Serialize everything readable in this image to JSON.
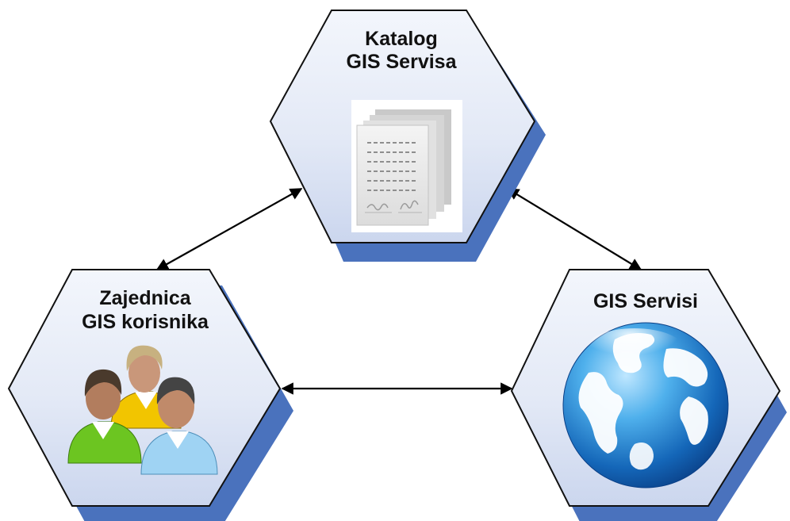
{
  "nodes": {
    "catalog": {
      "title_line1": "Katalog",
      "title_line2": "GIS Servisa",
      "icon": "documents-icon"
    },
    "community": {
      "title_line1": "Zajednica",
      "title_line2": "GIS korisnika",
      "icon": "users-group-icon"
    },
    "services": {
      "title_line1": "GIS Servisi",
      "icon": "globe-icon"
    }
  },
  "connections": [
    {
      "from": "catalog",
      "to": "community",
      "type": "bidirectional"
    },
    {
      "from": "catalog",
      "to": "services",
      "type": "bidirectional"
    },
    {
      "from": "community",
      "to": "services",
      "type": "bidirectional"
    }
  ],
  "colors": {
    "hexagon_fill_top": "#eef2fb",
    "hexagon_fill_bottom": "#cfdaf0",
    "hexagon_shadow": "#4a72bd",
    "outline": "#111111"
  }
}
